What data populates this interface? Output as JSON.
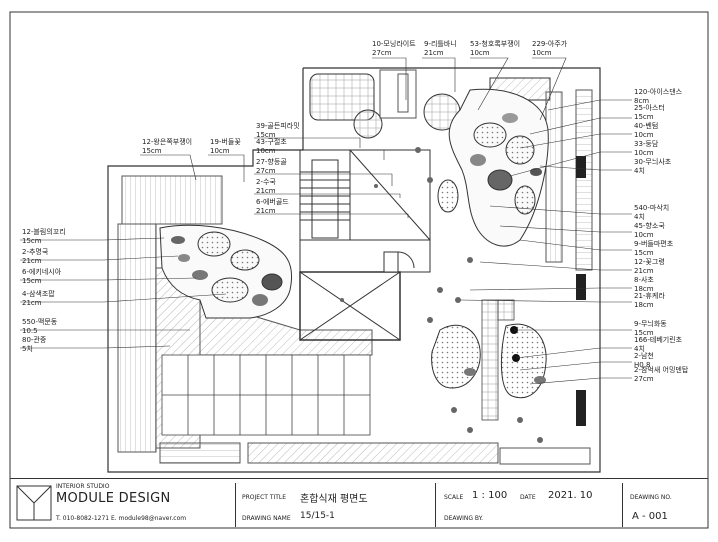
{
  "labels_top": [
    {
      "name": "10-모닝라이트",
      "size": "27cm"
    },
    {
      "name": "9-리틀바니",
      "size": "21cm"
    },
    {
      "name": "53-청호록부쟁이",
      "size": "10cm"
    },
    {
      "name": "229-아주가",
      "size": "10cm"
    }
  ],
  "labels_left_top": [
    {
      "name": "12-왕은쪽부쟁이",
      "size": "15cm"
    },
    {
      "name": "19-버들꽃",
      "size": "10cm"
    }
  ],
  "labels_mid": [
    {
      "name": "39-골든피라밋",
      "size": "15cm"
    },
    {
      "name": "43-구절초",
      "size": "10cm"
    },
    {
      "name": "27-향등골",
      "size": "27cm"
    },
    {
      "name": "2-수국",
      "size": "21cm"
    },
    {
      "name": "6-에버골드",
      "size": "21cm"
    }
  ],
  "labels_left": [
    {
      "name": "12-블림의꼬리",
      "size": "15cm"
    },
    {
      "name": "2-추명국",
      "size": "21cm"
    },
    {
      "name": "6-에키네시아",
      "size": "15cm"
    },
    {
      "name": "4-삼색조팝",
      "size": "21cm"
    },
    {
      "name": "550-맥문동",
      "size": "10.5"
    },
    {
      "name": "80-관중",
      "size": "5치"
    }
  ],
  "labels_right": [
    {
      "name": "120-아이스댄스",
      "size": "8cm"
    },
    {
      "name": "25-아스터",
      "size": "15cm"
    },
    {
      "name": "40-벤텀",
      "size": "10cm"
    },
    {
      "name": "33-둥담",
      "size": "10cm"
    },
    {
      "name": "30-무늬사초",
      "size": "4치"
    },
    {
      "name": "540-마삭치",
      "size": "4치"
    },
    {
      "name": "45-향소국",
      "size": "10cm"
    },
    {
      "name": "9-버들마편초",
      "size": "15cm"
    },
    {
      "name": "12-꽃그령",
      "size": "21cm"
    },
    {
      "name": "8-사초",
      "size": "18cm"
    },
    {
      "name": "21-휴케라",
      "size": "18cm"
    },
    {
      "name": "9-무늬화동",
      "size": "15cm"
    },
    {
      "name": "166-테베기린초",
      "size": "4치"
    },
    {
      "name": "2-남천",
      "size": "H0.8"
    },
    {
      "name": "2-참억새 어밍덴탑",
      "size": "27cm"
    }
  ],
  "title_block": {
    "studio": "INTERIOR STUDIO",
    "company": "MODULE DESIGN",
    "contact": "T. 010-8082-1271  E. module98@naver.com",
    "project_title_label": "PROJECT TITLE",
    "project_title": "혼합식재 평면도",
    "drawing_name_label": "DRAWING NAME",
    "drawing_name": "15/15-1",
    "scale_label": "SCALE",
    "scale": "1 : 100",
    "date_label": "DATE",
    "date": "2021. 10",
    "drawn_by_label": "DEAWING BY.",
    "drawing_no_label": "DEAWING NO.",
    "drawing_no": "A - 001"
  }
}
